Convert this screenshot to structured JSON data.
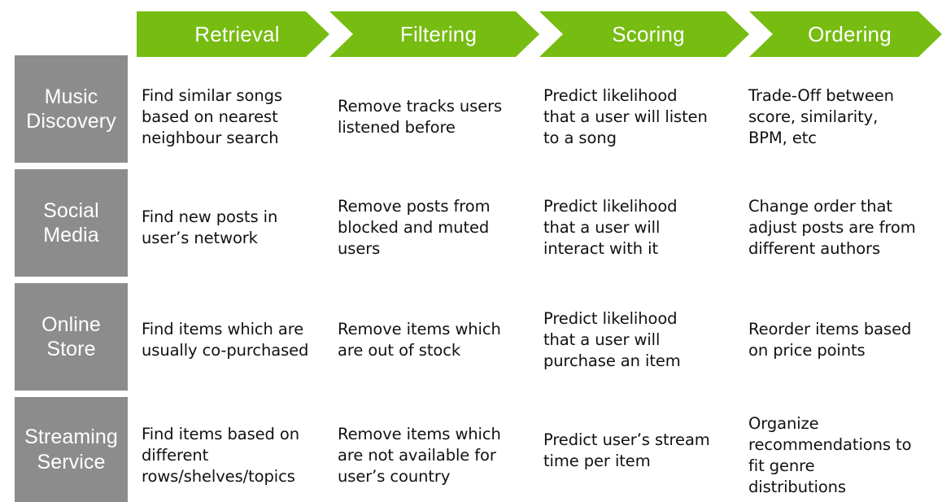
{
  "process": {
    "accent_color": "#76bc11",
    "steps": [
      {
        "label": "Retrieval"
      },
      {
        "label": "Filtering"
      },
      {
        "label": "Scoring"
      },
      {
        "label": "Ordering"
      }
    ]
  },
  "categories": {
    "box_color": "#8c8c8c",
    "items": [
      {
        "label": "Music\nDiscovery"
      },
      {
        "label": "Social\nMedia"
      },
      {
        "label": "Online\nStore"
      },
      {
        "label": "Streaming\nService"
      }
    ]
  },
  "matrix": {
    "rows": [
      {
        "category": "Music Discovery",
        "cells": [
          "Find similar songs\nbased on nearest\nneighbour search",
          "Remove tracks users\nlistened before",
          "Predict likelihood\nthat a user will listen\nto a song",
          "Trade-Off between\nscore, similarity,\nBPM, etc"
        ]
      },
      {
        "category": "Social Media",
        "cells": [
          "Find new posts in\nuser’s network",
          "Remove posts from\nblocked and muted\nusers",
          "Predict likelihood\nthat a user will\ninteract with it",
          "Change order that\nadjust posts are from\ndifferent authors"
        ]
      },
      {
        "category": "Online Store",
        "cells": [
          "Find items which are\nusually co-purchased",
          "Remove items which\nare out of stock",
          "Predict likelihood\nthat a user will\npurchase an item",
          "Reorder items based\non price points"
        ]
      },
      {
        "category": "Streaming Service",
        "cells": [
          "Find items based on\ndifferent\nrows/shelves/topics",
          "Remove items which\nare not available for\nuser’s country",
          "Predict user’s stream\ntime per item",
          "Organize\nrecommendations to\nfit genre\ndistributions"
        ]
      }
    ]
  }
}
